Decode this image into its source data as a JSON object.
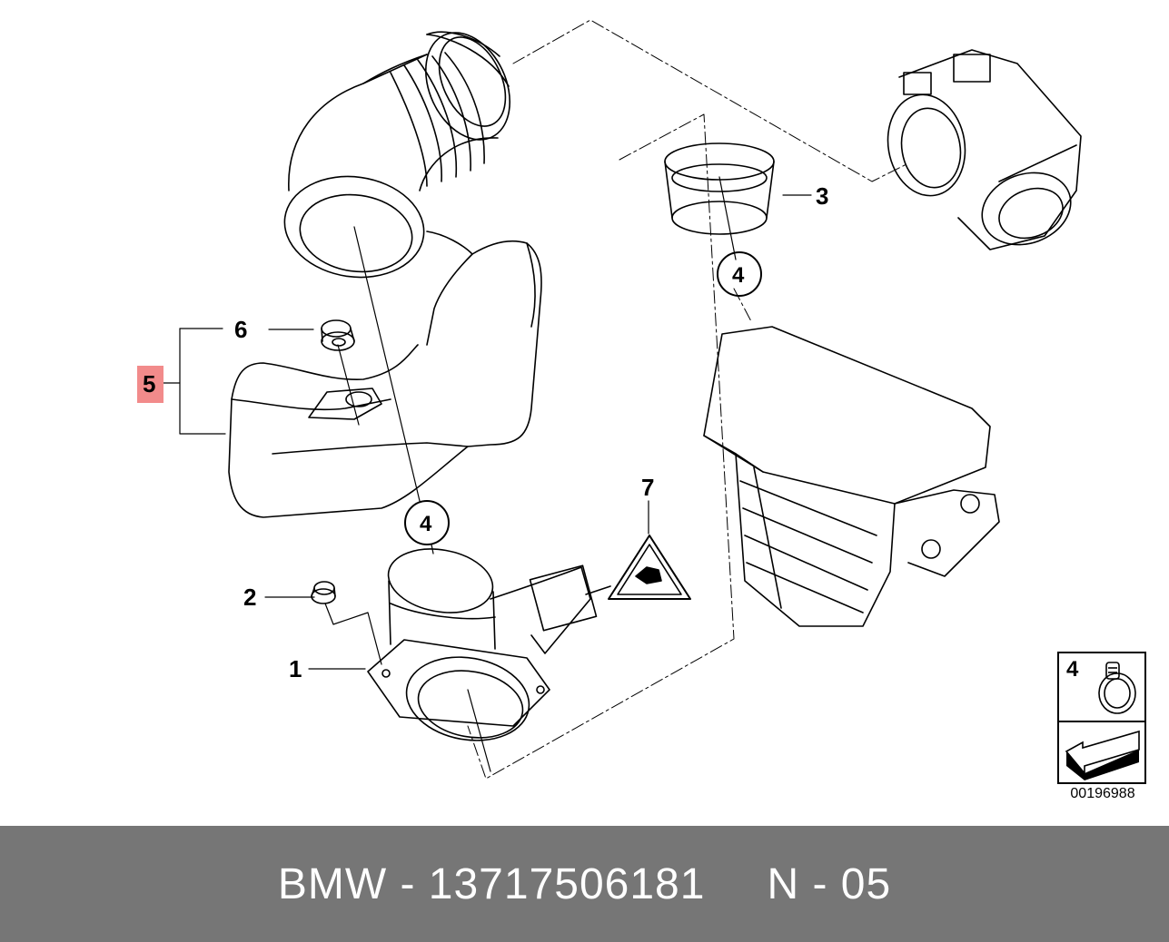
{
  "callouts": {
    "c1": "1",
    "c2": "2",
    "c3": "3",
    "c4": "4",
    "c5": "5",
    "c6": "6",
    "c7": "7"
  },
  "legend": {
    "number": "4"
  },
  "diagram_id": "00196988",
  "footer": {
    "part_label": "BMW - 13717506181",
    "position_label": "N - 05"
  },
  "colors": {
    "highlight": "#f28b8b",
    "footer_bg": "#767676",
    "line": "#000000"
  }
}
